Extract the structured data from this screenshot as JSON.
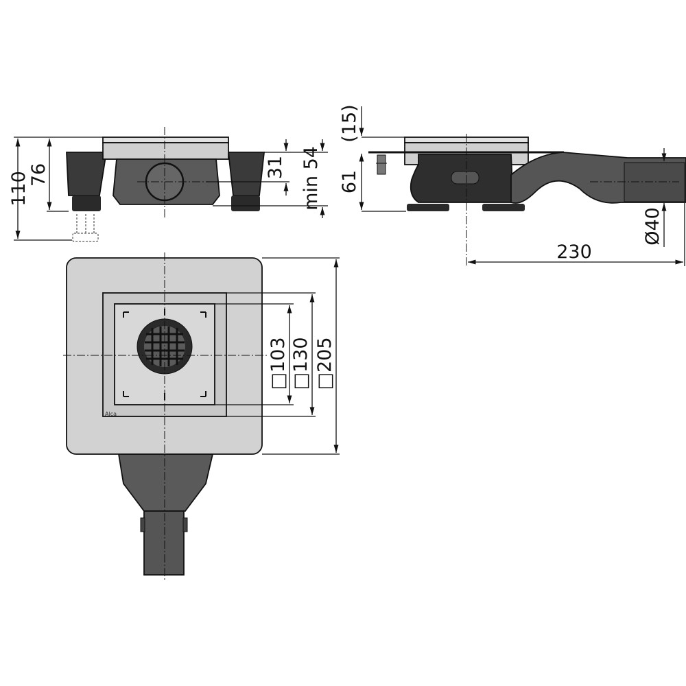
{
  "drawing": {
    "logo": "Alca",
    "front_view": {
      "dims": {
        "total_height": "110",
        "body_height": "76",
        "outlet_axis": "31",
        "min_height": "min 54"
      }
    },
    "side_view": {
      "dims": {
        "grate_height": "(15)",
        "height": "61",
        "outlet_diameter": "Ø40",
        "length": "230"
      }
    },
    "top_view": {
      "dims": {
        "grate": "□103",
        "frame": "□130",
        "flange": "□205"
      }
    },
    "colors": {
      "body": "#5a5a5a",
      "dark": "#2a2a2a",
      "metal": "#d6d6d6",
      "flange": "#cfcfcf"
    }
  }
}
